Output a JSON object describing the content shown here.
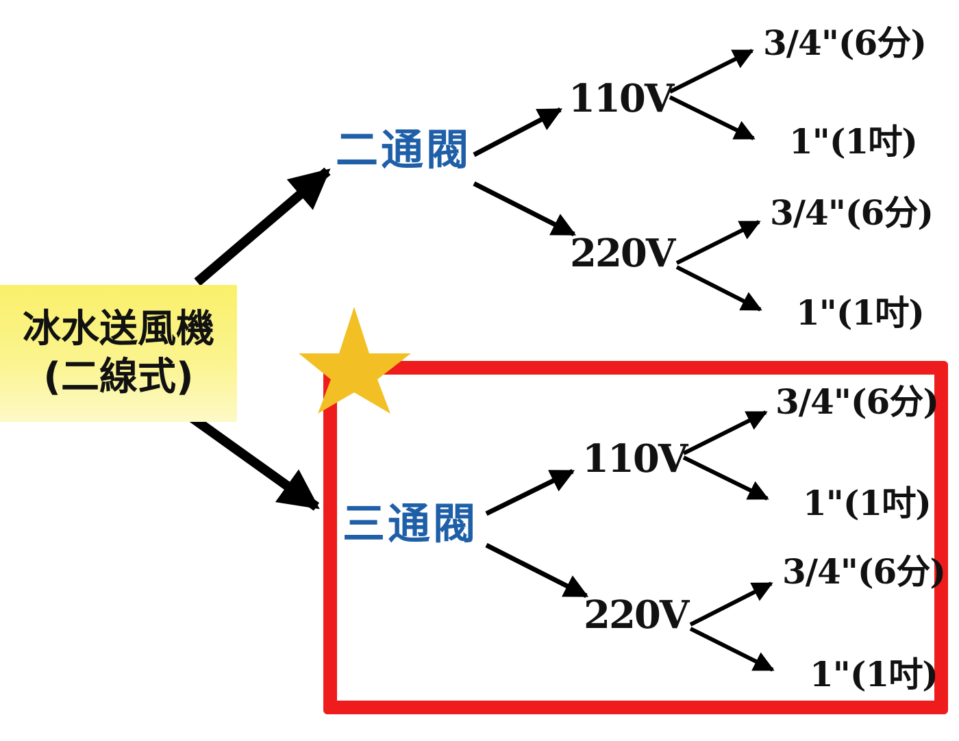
{
  "root": {
    "line1": "冰水送風機",
    "line2": "(二線式)",
    "bg_color": "#fbf48e"
  },
  "branches": [
    {
      "valve": "二通閥",
      "voltages": [
        {
          "label": "110V",
          "sizes": [
            "3/4\"(6分)",
            "1\"(1吋)"
          ]
        },
        {
          "label": "220V",
          "sizes": [
            "3/4\"(6分)",
            "1\"(1吋)"
          ]
        }
      ]
    },
    {
      "valve": "三通閥",
      "highlighted": true,
      "voltages": [
        {
          "label": "110V",
          "sizes": [
            "3/4\"(6分)",
            "1\"(1吋)"
          ]
        },
        {
          "label": "220V",
          "sizes": [
            "3/4\"(6分)",
            "1\"(1吋)"
          ]
        }
      ]
    }
  ],
  "colors": {
    "valve_text": "#1f5fa8",
    "text": "#111111",
    "arrow": "#000000",
    "highlight_border": "#ee1c1c",
    "star": "#f2c024"
  },
  "icons": {
    "highlight_marker": "star-icon"
  }
}
